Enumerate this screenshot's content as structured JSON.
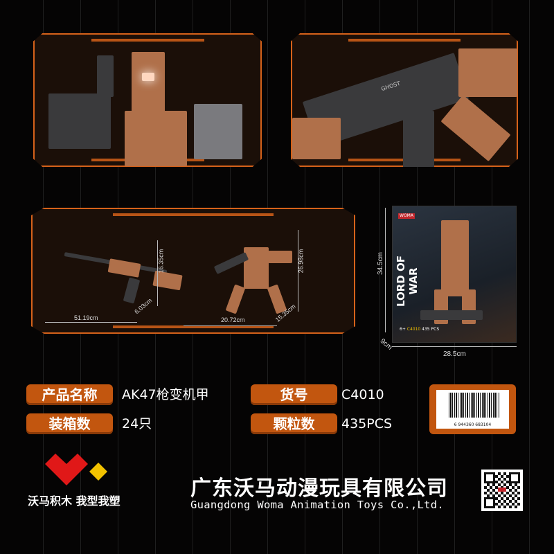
{
  "colors": {
    "accent": "#c2560f",
    "background": "#050404",
    "panel": "#1b0f08"
  },
  "detail_images": {
    "left": "robot-closeup",
    "right": "rifle-closeup",
    "right_engraving": "GHOST"
  },
  "dimensions": {
    "rifle": {
      "length": "51.19cm",
      "height": "16.35cm",
      "depth": "6.03cm"
    },
    "robot": {
      "width": "20.72cm",
      "height": "26.98cm",
      "depth": "15.35cm"
    },
    "box": {
      "height": "34.5cm",
      "width": "28.5cm",
      "depth": "9cm",
      "title": "LORD OF WAR",
      "brand": "WOMA",
      "code": "C4010",
      "pieces": "435 PCS",
      "age": "6+"
    }
  },
  "specs": [
    {
      "label": "产品名称",
      "value": "AK47枪变机甲"
    },
    {
      "label": "货号",
      "value": "C4010"
    },
    {
      "label": "装箱数",
      "value": "24只"
    },
    {
      "label": "颗粒数",
      "value": "435PCS"
    }
  ],
  "barcode": {
    "number": "6 944360 683104"
  },
  "brand": {
    "tagline": "沃马积木 我型我塑",
    "logo_colors": [
      "#e01818",
      "#f2c200"
    ]
  },
  "company": {
    "name_cn": "广东沃马动漫玩具有限公司",
    "name_en": "Guangdong Woma Animation Toys Co.,Ltd."
  }
}
